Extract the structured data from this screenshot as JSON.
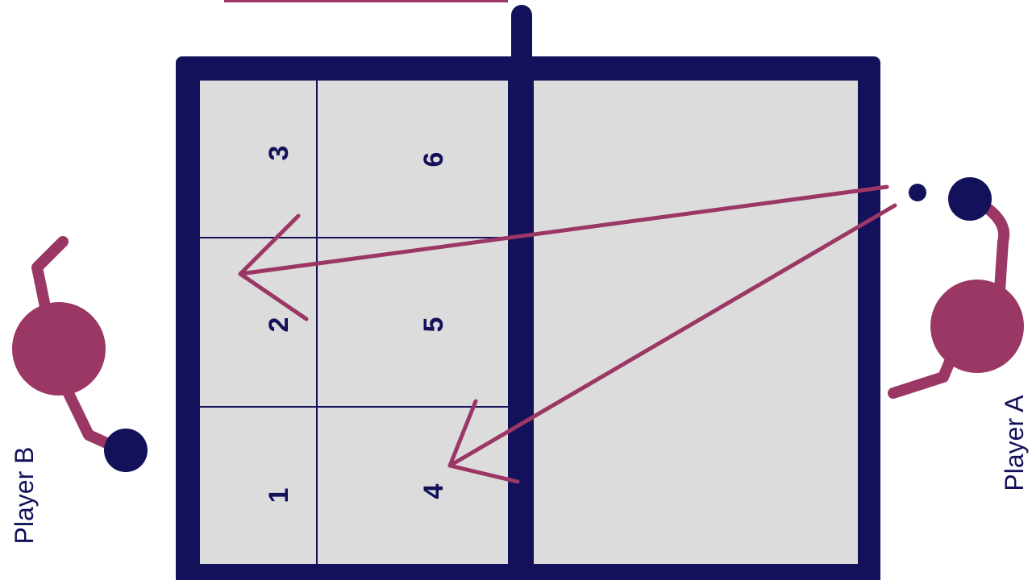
{
  "colors": {
    "background": "#ffffff",
    "court_frame": "#12115a",
    "court_surface": "#dcdcdc",
    "zone_line": "#12115a",
    "player_body": "#9b3764",
    "paddle": "#12115a",
    "arrow": "#9b3764",
    "label_text": "#12115a"
  },
  "zones": [
    {
      "label": "1"
    },
    {
      "label": "2"
    },
    {
      "label": "3"
    },
    {
      "label": "4"
    },
    {
      "label": "5"
    },
    {
      "label": "6"
    }
  ],
  "players": {
    "a": {
      "label": "Player A"
    },
    "b": {
      "label": "Player B"
    }
  }
}
